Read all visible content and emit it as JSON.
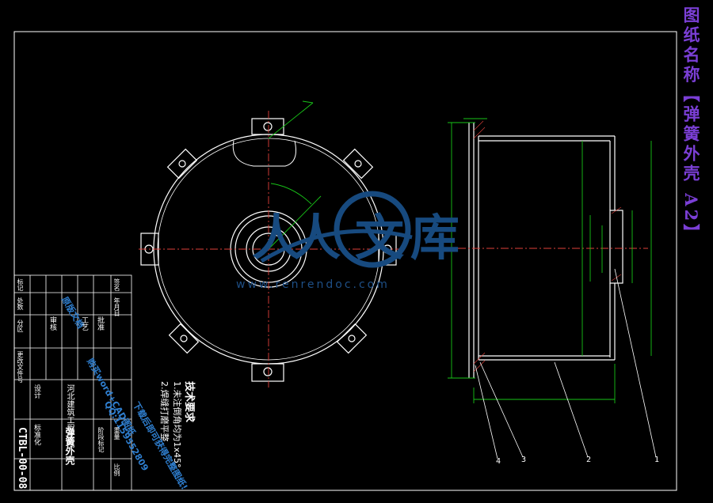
{
  "drawing": {
    "title": "图纸名称【弹簧外壳 A2】",
    "drawing_code": "CTBL-00-08",
    "part_name": "弹簧外壳"
  },
  "watermark": {
    "brand_chars": [
      "人",
      "人",
      "文",
      "库"
    ],
    "url": "www.renrendoc.com"
  },
  "tech_requirements": {
    "heading": "技术要求",
    "lines": [
      "1.未注倒角均为1x45°",
      "2.焊缝打磨平整"
    ]
  },
  "stamp": {
    "lines": [
      "原版文档",
      "购买word+CAD图纸",
      "QQ:1159552809",
      "下载后即可获得完整图纸!"
    ]
  },
  "title_block": {
    "row_labels": [
      "标记",
      "处数",
      "分区",
      "更改文件号",
      "签名",
      "年月日"
    ],
    "approval_labels": [
      "设计",
      "标准化",
      "审核",
      "工艺",
      "批准"
    ],
    "stage_labels": [
      "阶段标记",
      "重量",
      "比例"
    ],
    "school_name": "河北建筑工程学院"
  },
  "callouts": [
    "1",
    "2",
    "3",
    "4"
  ]
}
